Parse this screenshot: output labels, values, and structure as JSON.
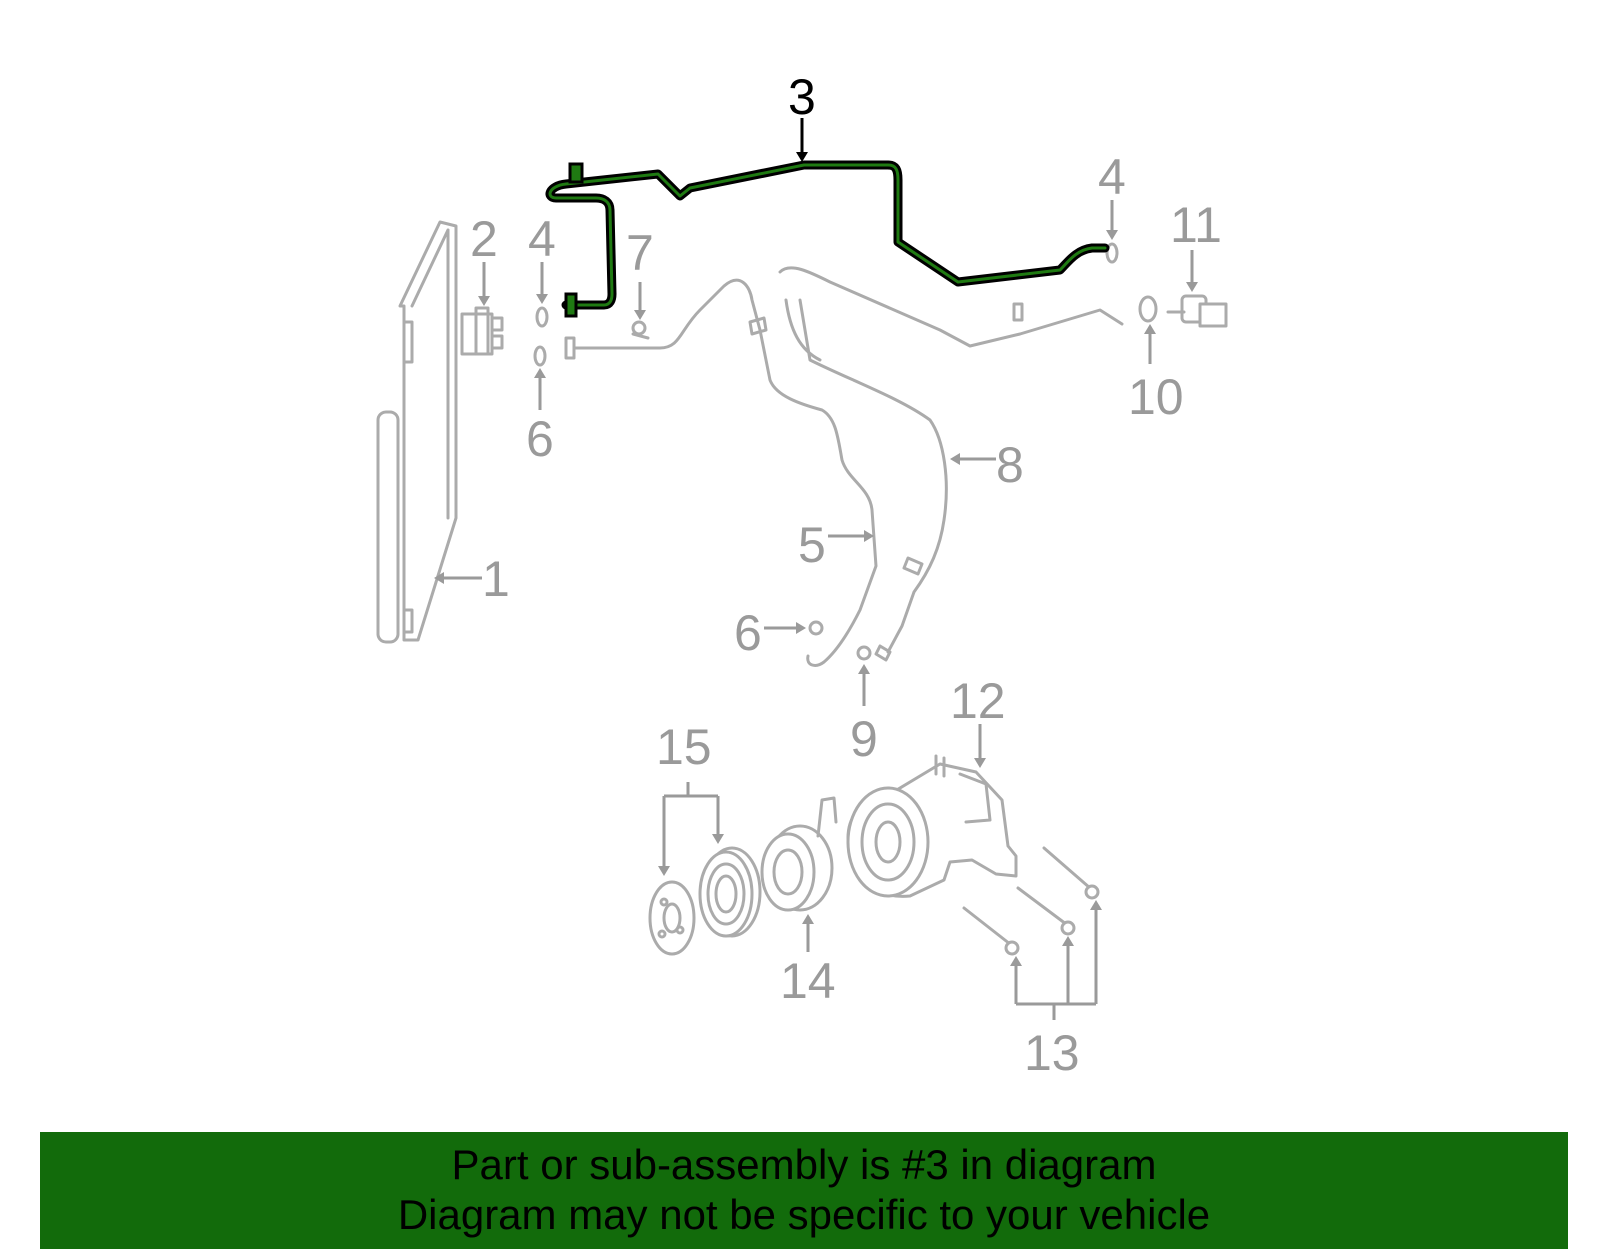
{
  "colors": {
    "banner": "#126b0b",
    "highlight": "#1f7a12",
    "parts": "#ababab",
    "labels": "#9a9a9a"
  },
  "callouts": {
    "c1": "1",
    "c2": "2",
    "c3": "3",
    "c4a": "4",
    "c4b": "4",
    "c5": "5",
    "c6a": "6",
    "c6b": "6",
    "c7": "7",
    "c8": "8",
    "c9": "9",
    "c10": "10",
    "c11": "11",
    "c12": "12",
    "c13": "13",
    "c14": "14",
    "c15": "15"
  },
  "highlighted_part": "3",
  "banner": {
    "line1": "Part or sub-assembly is #3 in diagram",
    "line2": "Diagram may not be specific to your vehicle"
  }
}
